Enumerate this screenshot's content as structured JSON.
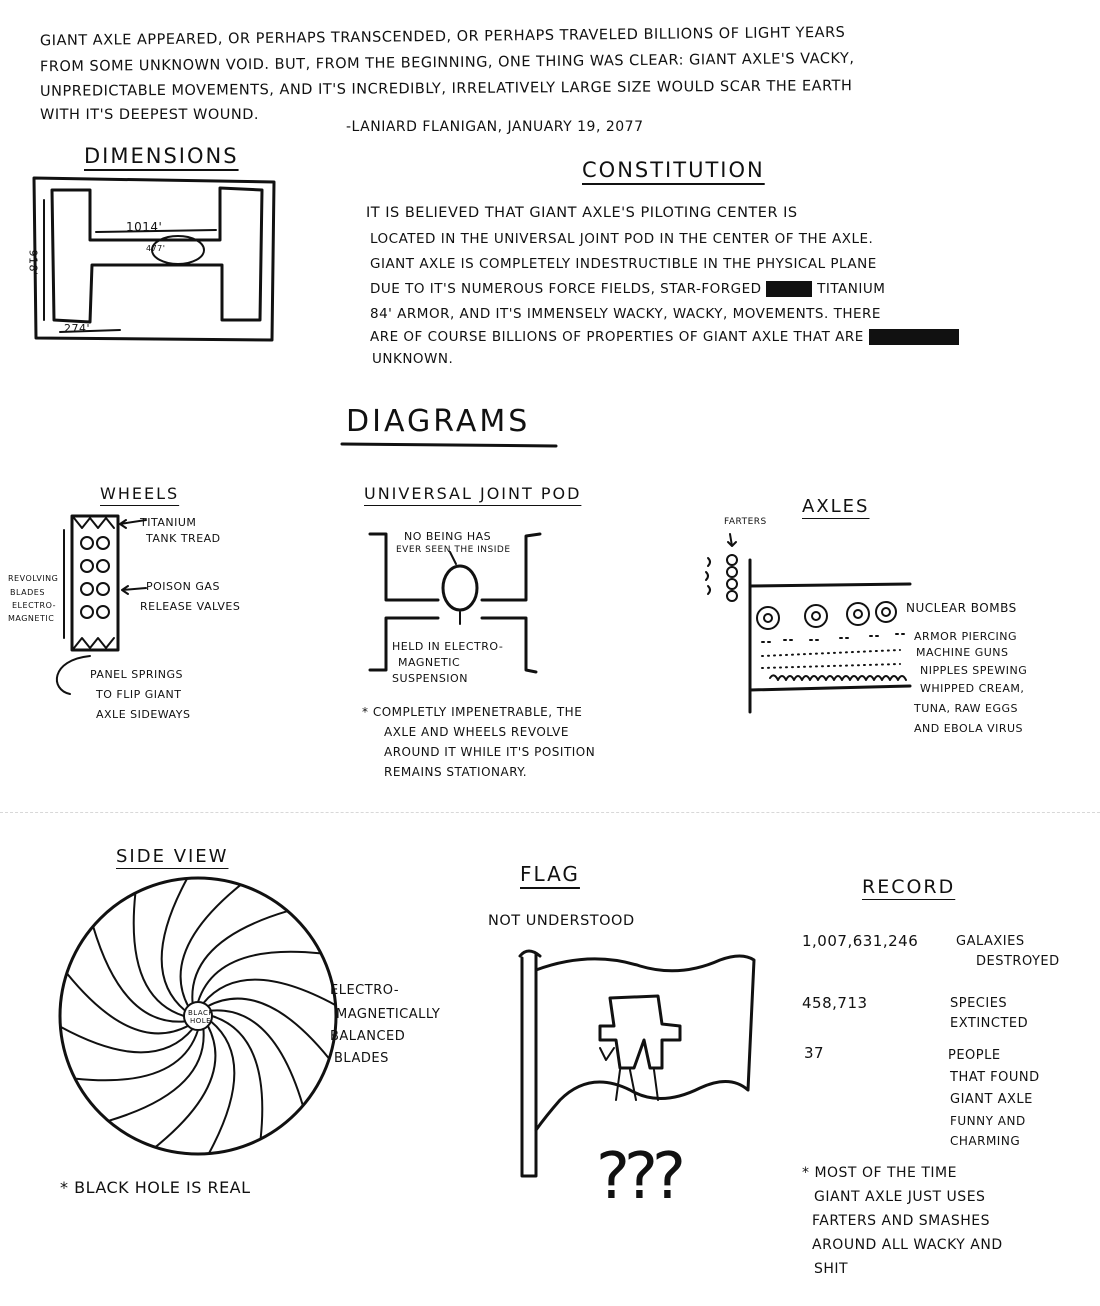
{
  "quote": {
    "line1": "Giant Axle appeared, or perhaps transcended, or perhaps traveled billions of light years",
    "line2": "from some unknown void. But, from the beginning, one thing was clear: Giant Axle's vacky,",
    "line3": "unpredictable movements, and it's incredibly, irrelatively large size would scar the earth",
    "line4": "with it's deepest wound.",
    "attribution": "-Laniard Flanigan, January 19, 2077"
  },
  "dimensions": {
    "title": "Dimensions",
    "width_label": "1014'",
    "pod_label": "477'",
    "height_label": "918'",
    "tread_label": "274'"
  },
  "constitution": {
    "title": "Constitution",
    "line1": "It is believed that Giant Axle's piloting center is",
    "line2": "located in the universal joint pod in the center of the axle.",
    "line3": "Giant Axle is completely indestructible in the physical plane",
    "line4a": "due to it's numerous force fields, star-forged",
    "line4b": "titanium",
    "line5": "84' armor, and it's immensely wacky, wacky, movements. There",
    "line6": "are of course billions of properties of Giant Axle that are",
    "line7": "unknown."
  },
  "diagrams": {
    "title": "Diagrams"
  },
  "wheels": {
    "title": "Wheels",
    "titanium_line1": "Titanium",
    "titanium_line2": "tank tread",
    "poison_line1": "Poison gas",
    "poison_line2": "release valves",
    "left_line1": "Revolving",
    "left_line2": "blades",
    "left_line3": "electro-",
    "left_line4": "magnetic",
    "panel_line1": "Panel springs",
    "panel_line2": "to flip Giant",
    "panel_line3": "Axle sideways"
  },
  "pod": {
    "title": "Universal Joint Pod",
    "top_line1": "No being has",
    "top_line2": "ever seen the inside",
    "bottom_line1": "Held in electro-",
    "bottom_line2": "magnetic",
    "bottom_line3": "suspension",
    "note_line1": "* Completly impenetrable, the",
    "note_line2": "axle and wheels revolve",
    "note_line3": "around it while it's position",
    "note_line4": "remains stationary."
  },
  "axles": {
    "title": "Axles",
    "farters": "Farters",
    "nuclear": "Nuclear bombs",
    "guns_line1": "Armor piercing",
    "guns_line2": "machine guns",
    "guns_line3": "nipples spewing",
    "guns_line4": "whipped cream,",
    "guns_line5": "tuna, raw eggs",
    "guns_line6": "and ebola virus"
  },
  "side_view": {
    "title": "Side View",
    "hole_line1": "Black",
    "hole_line2": "Hole",
    "blades_line1": "Electro-",
    "blades_line2": "magnetically",
    "blades_line3": "balanced",
    "blades_line4": "blades",
    "note": "* Black hole is real"
  },
  "flag": {
    "title": "Flag",
    "subtitle": "Not understood",
    "question": "???"
  },
  "record": {
    "title": "Record",
    "rows": [
      {
        "value": "1,007,631,246",
        "line1": "galaxies",
        "line2": "destroyed"
      },
      {
        "value": "458,713",
        "line1": "species",
        "line2": "extincted"
      },
      {
        "value": "37",
        "line1": "people",
        "line2": "that found",
        "line3": "Giant Axle",
        "line4": "funny and",
        "line5": "charming"
      }
    ],
    "footnote_line1": "* Most of the time",
    "footnote_line2": "Giant Axle just uses",
    "footnote_line3": "farters and smashes",
    "footnote_line4": "around all wacky and",
    "footnote_line5": "shit"
  },
  "colors": {
    "ink": "#111111",
    "paper": "#ffffff",
    "divider": "#d8d8d8"
  }
}
